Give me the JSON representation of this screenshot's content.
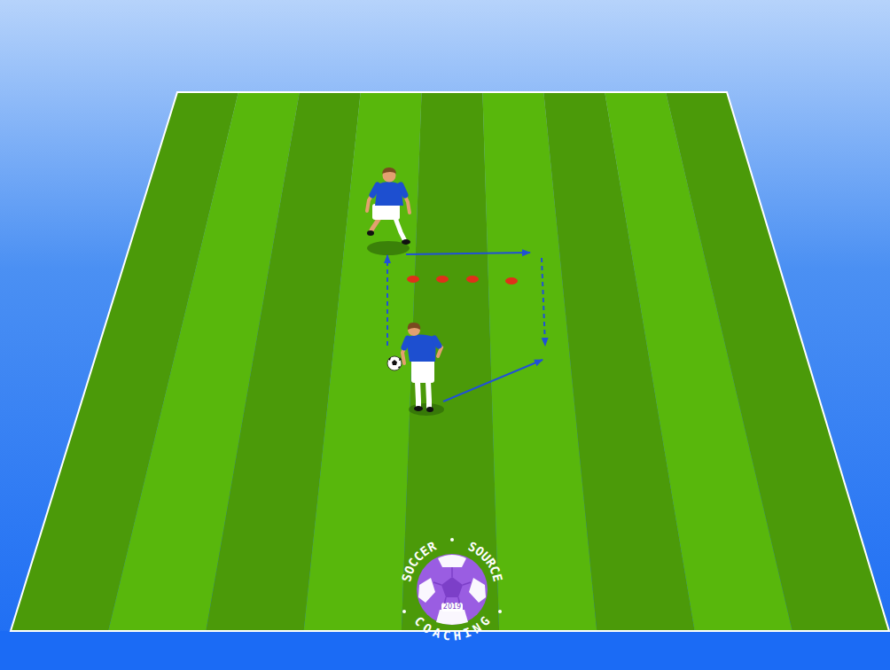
{
  "diagram": {
    "labels": [
      "SOCCER",
      "SOURCE",
      "COACHING",
      "2019"
    ]
  }
}
